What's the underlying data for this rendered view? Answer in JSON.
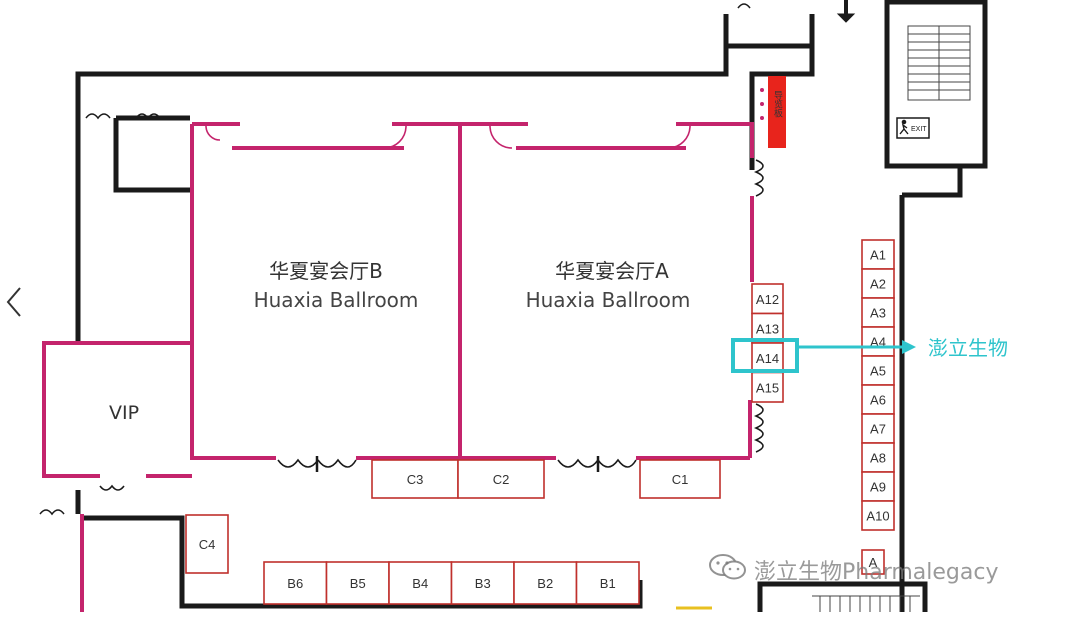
{
  "halls": [
    {
      "id": "B",
      "name_cn": "华夏宴会厅B",
      "name_en": "Huaxia Ballroom"
    },
    {
      "id": "A",
      "name_cn": "华夏宴会厅A",
      "name_en": "Huaxia Ballroom"
    }
  ],
  "vip_label": "VIP",
  "booths": {
    "a_inner": [
      "A12",
      "A13",
      "A14",
      "A15"
    ],
    "a_outer": [
      "A1",
      "A2",
      "A3",
      "A4",
      "A5",
      "A6",
      "A7",
      "A8",
      "A9",
      "A10"
    ],
    "c_row": [
      "C3",
      "C2",
      "C1"
    ],
    "c4": "C4",
    "b_row": [
      "B6",
      "B5",
      "B4",
      "B3",
      "B2",
      "B1"
    ],
    "partial": "A"
  },
  "highlight": {
    "booth": "A14",
    "company": "澎立生物",
    "color": "#2ec4cc"
  },
  "exit_label": "EXIT",
  "sign_text": "导览板",
  "watermark_text": "澎立生物Pharmalegacy",
  "colors": {
    "wall": "#1a1a1a",
    "partition": "#c4246c",
    "booth_border": "#c0302c",
    "sign": "#e8241c",
    "accent": "#2ec4cc"
  },
  "icons": {
    "nav": "chevron-left-icon",
    "wechat": "wechat-icon",
    "exit": "exit-runner-icon"
  }
}
